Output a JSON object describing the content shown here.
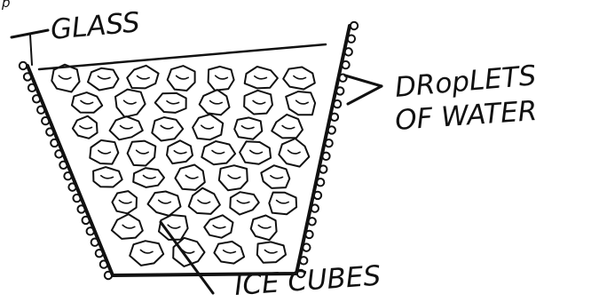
{
  "diagram": {
    "labels": {
      "top_cut": "p",
      "glass": "GLASS",
      "droplets_line1": "DRopLETS",
      "droplets_line2": "OF WATER",
      "ice_cubes": "ICE CUBES"
    },
    "colors": {
      "ink": "#111111",
      "paper": "#ffffff"
    }
  }
}
